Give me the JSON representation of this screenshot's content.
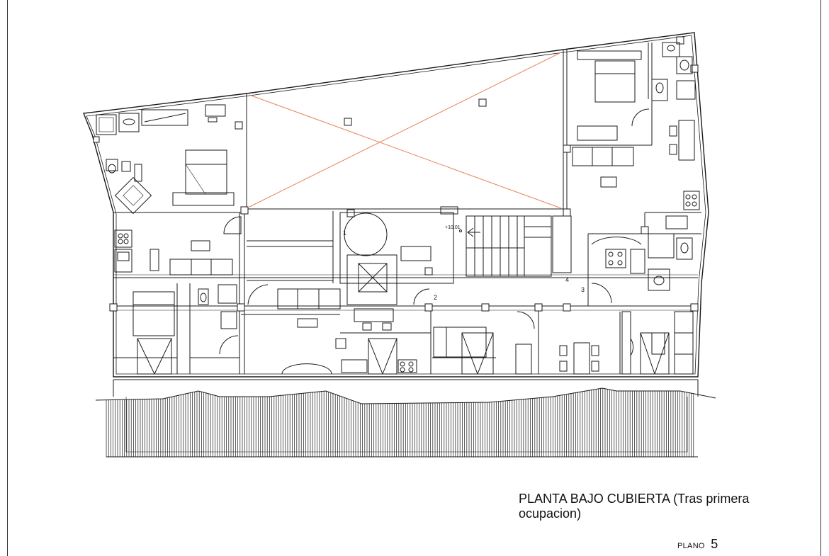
{
  "drawing": {
    "title": "PLANTA BAJO CUBIERTA (Tras primera\nocupacion)",
    "sheet_label": "PLANO",
    "sheet_number": "5"
  },
  "annotations": {
    "level_mark": "+10.01",
    "callouts": [
      "1",
      "2",
      "3",
      "4"
    ]
  },
  "colors": {
    "line": "#1a1a1a",
    "void_diagonal": "#e8825a",
    "background": "#ffffff"
  },
  "plan_elements": {
    "apartments": [
      "apartment-left",
      "apartment-right",
      "apartment-lower-left",
      "apartment-lower-center",
      "apartment-lower-right"
    ],
    "core": [
      "stair",
      "elevator",
      "landing"
    ],
    "void": "light-well-void",
    "roof": "roof-eave"
  }
}
